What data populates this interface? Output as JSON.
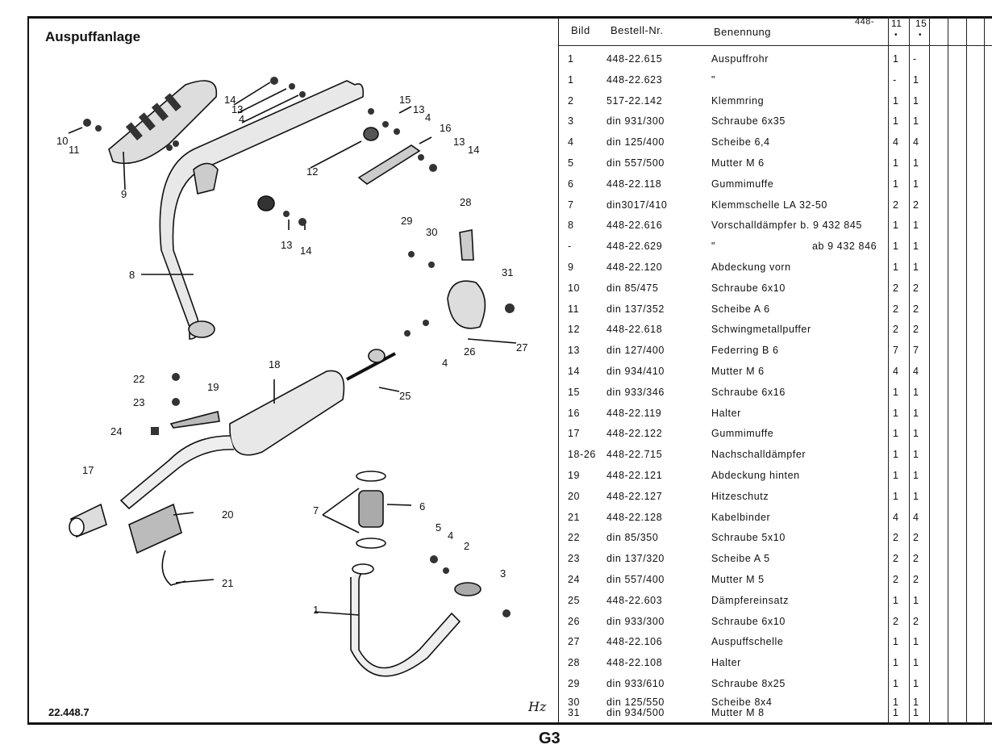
{
  "title": "Auspuffanlage",
  "doc_number": "22.448.7",
  "page_label": "G3",
  "signature": "Hz",
  "table": {
    "headers": {
      "bild": "Bild",
      "bestell": "Bestell-Nr.",
      "benennung": "Benennung",
      "prefix": "448-",
      "q1": "11",
      "q2": "15",
      "q1_dot": "•",
      "q2_dot": "•"
    },
    "rows": [
      {
        "bild": "1",
        "nr": "448-22.615",
        "name": "Auspuffrohr",
        "extra": "",
        "q1": "1",
        "q2": "-"
      },
      {
        "bild": "1",
        "nr": "448-22.623",
        "name": "\"",
        "extra": "",
        "q1": "-",
        "q2": "1"
      },
      {
        "bild": "2",
        "nr": "517-22.142",
        "name": "Klemmring",
        "extra": "",
        "q1": "1",
        "q2": "1"
      },
      {
        "bild": "3",
        "nr": "din 931/300",
        "name": "Schraube 6x35",
        "extra": "",
        "q1": "1",
        "q2": "1"
      },
      {
        "bild": "4",
        "nr": "din 125/400",
        "name": "Scheibe 6,4",
        "extra": "",
        "q1": "4",
        "q2": "4"
      },
      {
        "bild": "5",
        "nr": "din 557/500",
        "name": "Mutter M 6",
        "extra": "",
        "q1": "1",
        "q2": "1"
      },
      {
        "bild": "6",
        "nr": "448-22.118",
        "name": "Gummimuffe",
        "extra": "",
        "q1": "1",
        "q2": "1"
      },
      {
        "bild": "7",
        "nr": "din3017/410",
        "name": "Klemmschelle LA 32-50",
        "extra": "",
        "q1": "2",
        "q2": "2"
      },
      {
        "bild": "8",
        "nr": "448-22.616",
        "name": "Vorschalldämpfer b. 9 432 845",
        "extra": "",
        "q1": "1",
        "q2": "1"
      },
      {
        "bild": "-",
        "nr": "448-22.629",
        "name": "\"",
        "extra": "ab  9 432 846",
        "q1": "1",
        "q2": "1"
      },
      {
        "bild": "9",
        "nr": "448-22.120",
        "name": "Abdeckung vorn",
        "extra": "",
        "q1": "1",
        "q2": "1"
      },
      {
        "bild": "10",
        "nr": "din  85/475",
        "name": "Schraube 6x10",
        "extra": "",
        "q1": "2",
        "q2": "2"
      },
      {
        "bild": "11",
        "nr": "din 137/352",
        "name": "Scheibe A 6",
        "extra": "",
        "q1": "2",
        "q2": "2"
      },
      {
        "bild": "12",
        "nr": "448-22.618",
        "name": "Schwingmetallpuffer",
        "extra": "",
        "q1": "2",
        "q2": "2"
      },
      {
        "bild": "13",
        "nr": "din  127/400",
        "name": "Federring B 6",
        "extra": "",
        "q1": "7",
        "q2": "7"
      },
      {
        "bild": "14",
        "nr": "din 934/410",
        "name": "Mutter M 6",
        "extra": "",
        "q1": "4",
        "q2": "4"
      },
      {
        "bild": "15",
        "nr": "din 933/346",
        "name": "Schraube 6x16",
        "extra": "",
        "q1": "1",
        "q2": "1"
      },
      {
        "bild": "16",
        "nr": "448-22.119",
        "name": "Halter",
        "extra": "",
        "q1": "1",
        "q2": "1"
      },
      {
        "bild": "17",
        "nr": "448-22.122",
        "name": "Gummimuffe",
        "extra": "",
        "q1": "1",
        "q2": "1"
      },
      {
        "bild": "18-26",
        "nr": "448-22.715",
        "name": "Nachschalldämpfer",
        "extra": "",
        "q1": "1",
        "q2": "1"
      },
      {
        "bild": "19",
        "nr": "448-22.121",
        "name": "Abdeckung hinten",
        "extra": "",
        "q1": "1",
        "q2": "1"
      },
      {
        "bild": "20",
        "nr": "448-22.127",
        "name": "Hitzeschutz",
        "extra": "",
        "q1": "1",
        "q2": "1"
      },
      {
        "bild": "21",
        "nr": "448-22.128",
        "name": "Kabelbinder",
        "extra": "",
        "q1": "4",
        "q2": "4"
      },
      {
        "bild": "22",
        "nr": "din  85/350",
        "name": "Schraube 5x10",
        "extra": "",
        "q1": "2",
        "q2": "2"
      },
      {
        "bild": "23",
        "nr": "din 137/320",
        "name": "Scheibe A 5",
        "extra": "",
        "q1": "2",
        "q2": "2"
      },
      {
        "bild": "24",
        "nr": "din 557/400",
        "name": "Mutter M 5",
        "extra": "",
        "q1": "2",
        "q2": "2"
      },
      {
        "bild": "25",
        "nr": "448-22.603",
        "name": "Dämpfereinsatz",
        "extra": "",
        "q1": "1",
        "q2": "1"
      },
      {
        "bild": "26",
        "nr": "din 933/300",
        "name": "Schraube 6x10",
        "extra": "",
        "q1": "2",
        "q2": "2"
      },
      {
        "bild": "27",
        "nr": "448-22.106",
        "name": "Auspuffschelle",
        "extra": "",
        "q1": "1",
        "q2": "1"
      },
      {
        "bild": "28",
        "nr": "448-22.108",
        "name": "Halter",
        "extra": "",
        "q1": "1",
        "q2": "1"
      },
      {
        "bild": "29",
        "nr": "din 933/610",
        "name": "Schraube 8x25",
        "extra": "",
        "q1": "1",
        "q2": "1"
      },
      {
        "bild": "30",
        "nr": "din 125/550",
        "name": "Scheibe 8x4",
        "extra": "",
        "q1": "1",
        "q2": "1"
      },
      {
        "bild": "31",
        "nr": "din 934/500",
        "name": "Mutter M 8",
        "extra": "",
        "q1": "1",
        "q2": "1"
      }
    ]
  },
  "diagram_labels": {
    "l1": "1",
    "l2": "2",
    "l3": "3",
    "l4a": "4",
    "l4b": "4",
    "l4c": "4",
    "l4d": "4",
    "l5": "5",
    "l6": "6",
    "l7": "7",
    "l8": "8",
    "l9": "9",
    "l10": "10",
    "l11": "11",
    "l12": "12",
    "l13a": "13",
    "l13b": "13",
    "l13c": "13",
    "l13d": "13",
    "l14a": "14",
    "l14b": "14",
    "l14c": "14",
    "l15": "15",
    "l16": "16",
    "l17": "17",
    "l18": "18",
    "l19": "19",
    "l20": "20",
    "l21": "21",
    "l22": "22",
    "l23": "23",
    "l24": "24",
    "l25": "25",
    "l26": "26",
    "l27": "27",
    "l28": "28",
    "l29": "29",
    "l30": "30",
    "l31": "31"
  }
}
